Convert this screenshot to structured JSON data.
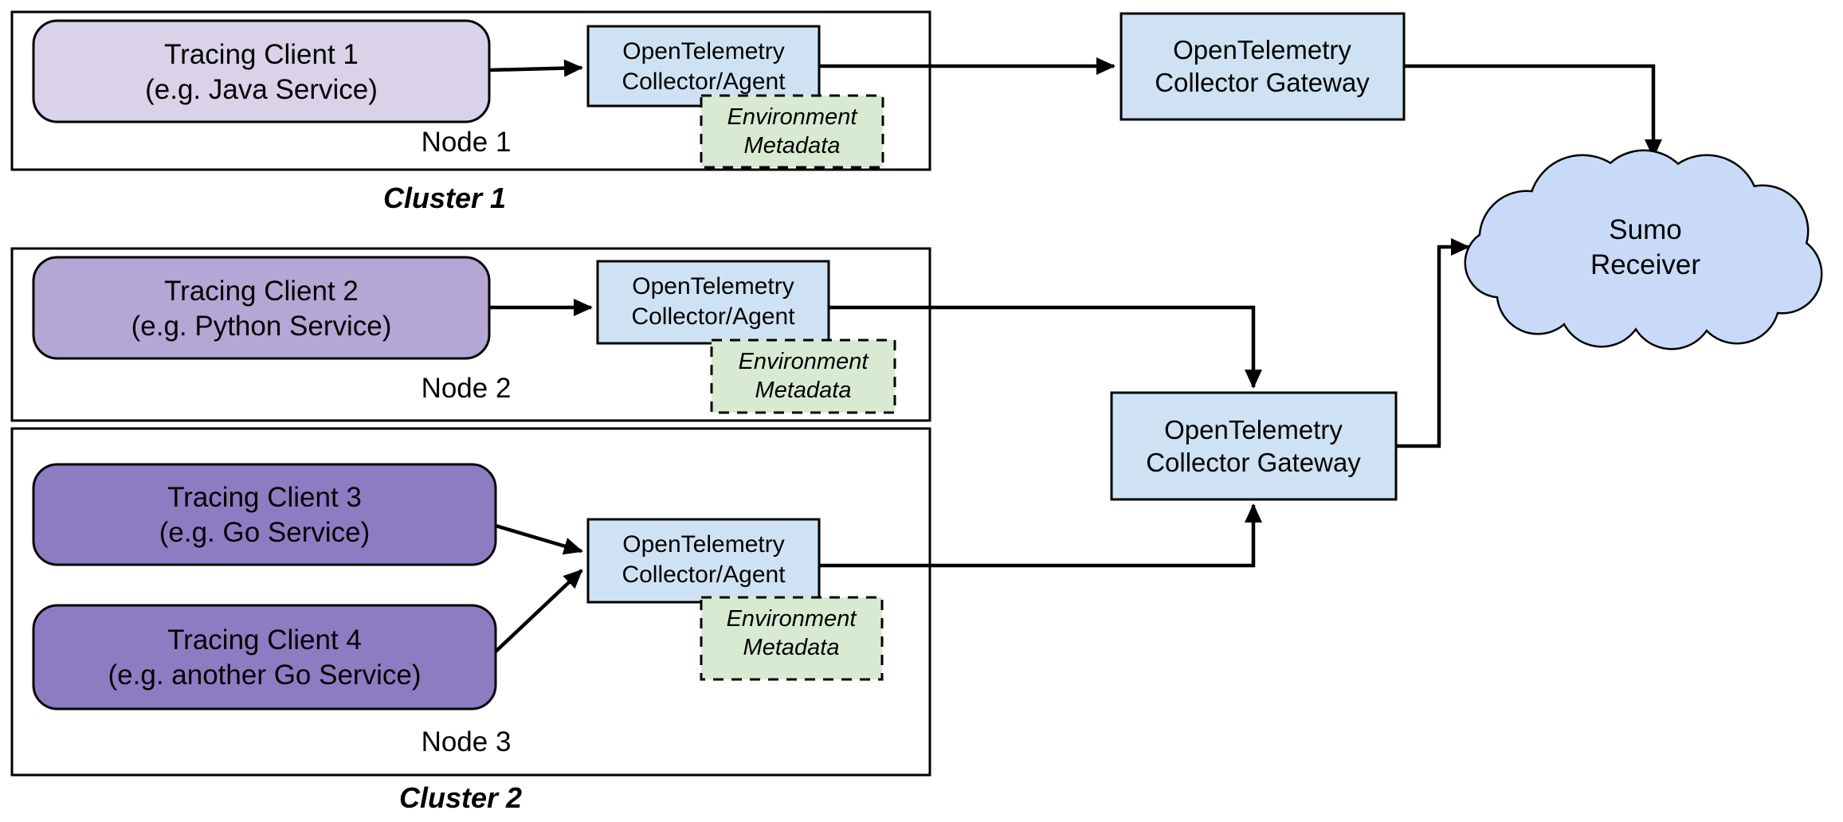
{
  "clusters": {
    "cluster1": {
      "label": "Cluster 1"
    },
    "cluster2": {
      "label": "Cluster 2"
    }
  },
  "nodes": {
    "node1": {
      "label": "Node 1"
    },
    "node2": {
      "label": "Node 2"
    },
    "node3": {
      "label": "Node 3"
    }
  },
  "clients": {
    "tc1": {
      "line1": "Tracing Client 1",
      "line2": "(e.g. Java Service)"
    },
    "tc2": {
      "line1": "Tracing Client 2",
      "line2": "(e.g. Python Service)"
    },
    "tc3": {
      "line1": "Tracing Client 3",
      "line2": "(e.g. Go Service)"
    },
    "tc4": {
      "line1": "Tracing Client 4",
      "line2": "(e.g. another Go Service)"
    }
  },
  "collector_agent": {
    "line1": "OpenTelemetry",
    "line2": "Collector/Agent"
  },
  "gateway": {
    "line1": "OpenTelemetry",
    "line2": "Collector Gateway"
  },
  "environment_metadata": {
    "line1": "Environment",
    "line2": "Metadata"
  },
  "cloud": {
    "line1": "Sumo",
    "line2": "Receiver"
  },
  "colors": {
    "client_1_fill": "#d9d2e9",
    "client_2_fill": "#b4a7d6",
    "client_3_4_fill": "#8e7cc3",
    "collector_fill": "#cfe2f3",
    "gateway_fill": "#cfe2f3",
    "metadata_fill": "#d9ead3",
    "cloud_fill": "#c9daf8",
    "container_fill": "#ffffff",
    "line_color": "#000000"
  }
}
